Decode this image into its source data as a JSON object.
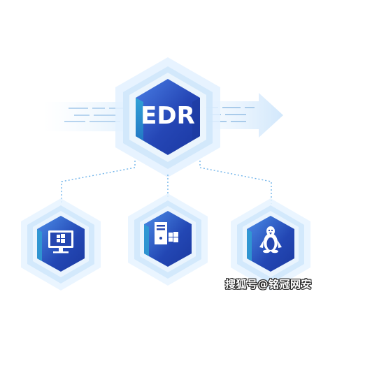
{
  "center": {
    "label": "EDR"
  },
  "endpoints": [
    {
      "name": "windows-desktop",
      "icon": "windows-monitor-icon"
    },
    {
      "name": "windows-server",
      "icon": "server-windows-icon"
    },
    {
      "name": "linux",
      "icon": "linux-penguin-icon"
    }
  ],
  "colors": {
    "hex_dark": "#1d3fa8",
    "hex_mid": "#2f5fd0",
    "hex_light": "#4aa8e8",
    "hex_teal": "#2a9fc0",
    "glow": "#dbeeff",
    "connector": "#6fb3ea"
  },
  "watermark": {
    "text": "搜狐号@铭冠网安"
  }
}
